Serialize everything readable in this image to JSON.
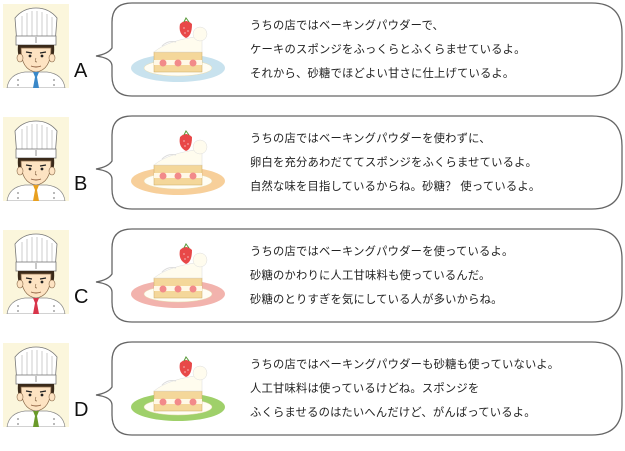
{
  "rows": [
    {
      "label": "A",
      "tie_color": "#3a88c8",
      "plate_color": "#c8e2ee",
      "lines": [
        "うちの店ではベーキングパウダーで、",
        "ケーキのスポンジをふっくらとふくらませているよ。",
        "それから、砂糖でほどよい甘さに仕上げているよ。"
      ]
    },
    {
      "label": "B",
      "tie_color": "#e8a020",
      "plate_color": "#f7cf9a",
      "lines": [
        "うちの店ではベーキングパウダーを使わずに、",
        "卵白を充分あわだててスポンジをふくらませているよ。",
        "自然な味を目指しているからね。砂糖？ 使っているよ。"
      ]
    },
    {
      "label": "C",
      "tie_color": "#d8344a",
      "plate_color": "#f2b3ad",
      "lines": [
        "うちの店ではベーキングパウダーを使っているよ。",
        "砂糖のかわりに人工甘味料も使っているんだ。",
        "砂糖のとりすぎを気にしている人が多いからね。"
      ]
    },
    {
      "label": "D",
      "tie_color": "#6a9a2a",
      "plate_color": "#9fd06a",
      "lines": [
        "うちの店ではベーキングパウダーも砂糖も使っていないよ。",
        "人工甘味料は使っているけどね。スポンジを",
        "ふくらませるのはたいへんだけど、がんばっているよ。"
      ]
    }
  ]
}
